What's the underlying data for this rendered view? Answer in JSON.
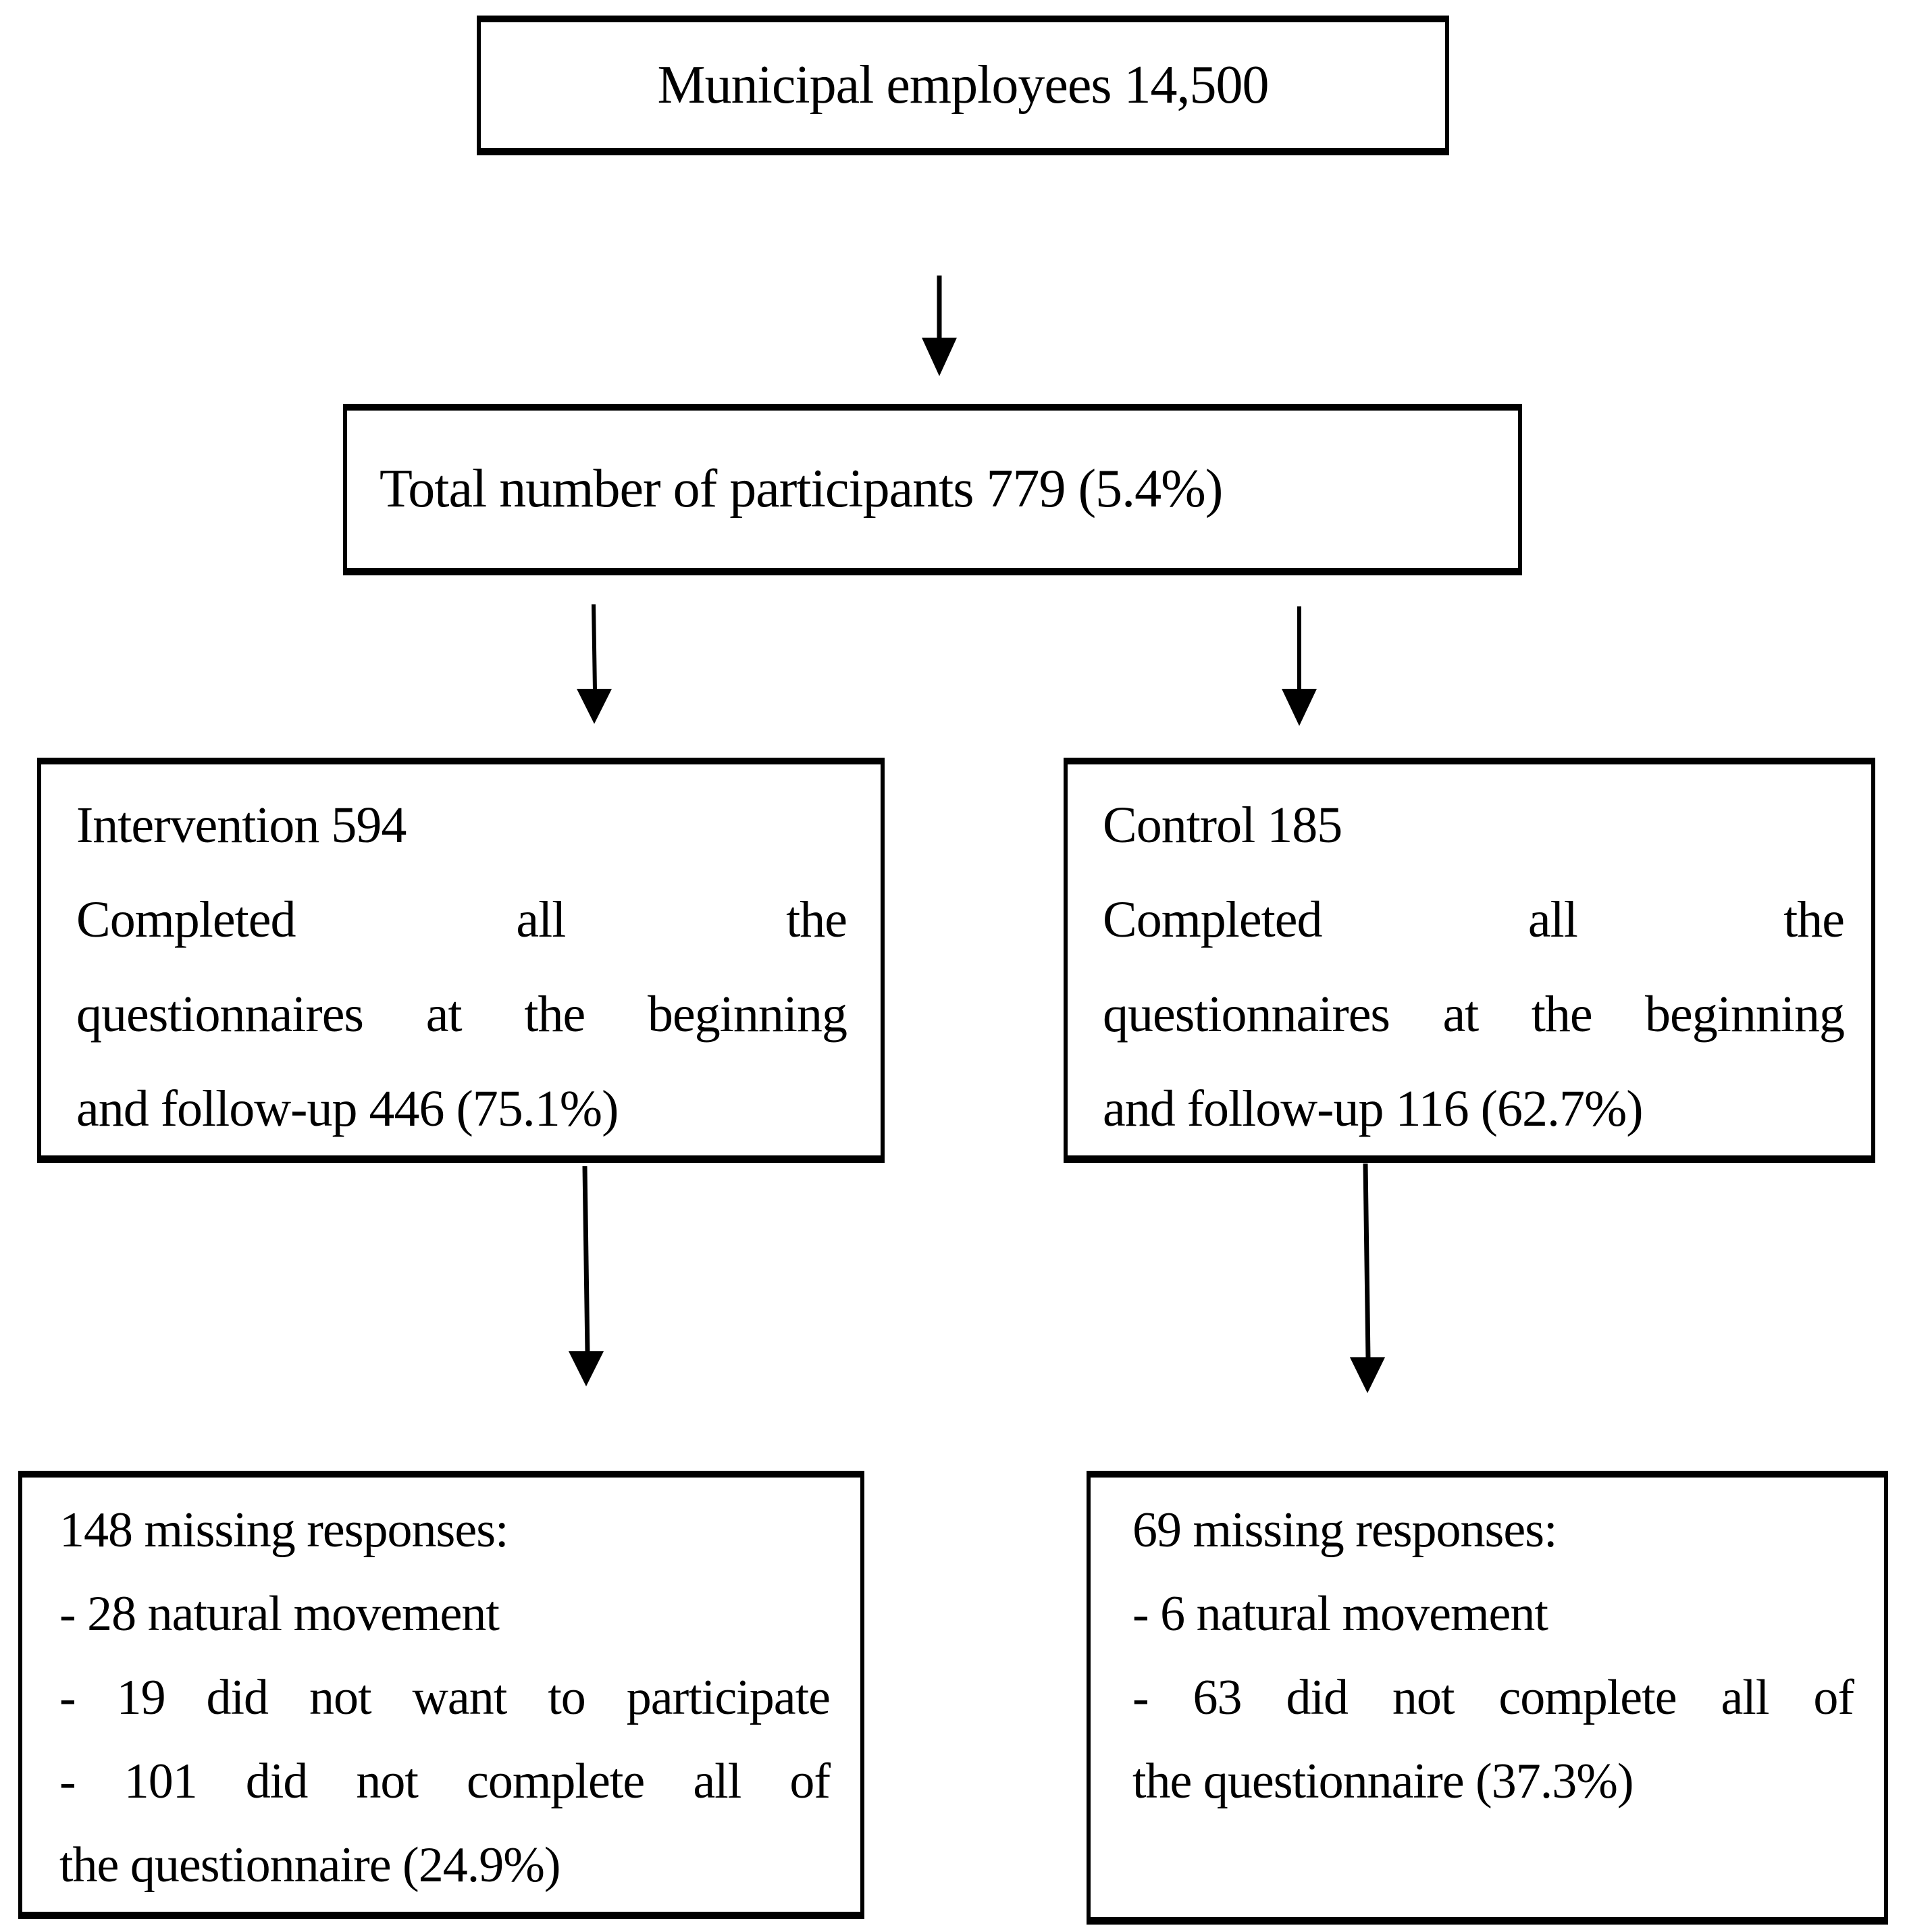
{
  "figure": {
    "type": "study-participant-flow-diagram",
    "background_color": "#ffffff",
    "ink_color": "#000000"
  },
  "boxes": {
    "municipal": {
      "lines": [
        {
          "text": "Municipal employees 14,500",
          "justify": false
        }
      ]
    },
    "participants": {
      "lines": [
        {
          "text": "Total number of participants 779 (5.4%)",
          "justify": false
        }
      ]
    },
    "intervention": {
      "lines": [
        {
          "text": "Intervention 594",
          "justify": false
        },
        {
          "text": "Completed all the",
          "justify": true
        },
        {
          "text": "questionnaires at the beginning",
          "justify": true
        },
        {
          "text": "and follow-up 446 (75.1%)",
          "justify": false
        }
      ]
    },
    "control": {
      "lines": [
        {
          "text": "Control 185",
          "justify": false
        },
        {
          "text": "Completed all the",
          "justify": true
        },
        {
          "text": "questionnaires at the beginning",
          "justify": true
        },
        {
          "text": "and follow-up 116 (62.7%)",
          "justify": false
        }
      ]
    },
    "missing_intervention": {
      "lines": [
        {
          "text": "148 missing responses:",
          "justify": false
        },
        {
          "text": "- 28 natural movement",
          "justify": false
        },
        {
          "text": "- 19 did not want to participate",
          "justify": true
        },
        {
          "text": "- 101 did not complete all of",
          "justify": true
        },
        {
          "text": "the questionnaire (24.9%)",
          "justify": false
        }
      ]
    },
    "missing_control": {
      "lines": [
        {
          "text": "69 missing responses:",
          "justify": false
        },
        {
          "text": "- 6 natural movement",
          "justify": false
        },
        {
          "text": "- 63 did not complete all of",
          "justify": true
        },
        {
          "text": "the questionnaire (37.3%)",
          "justify": false
        }
      ]
    }
  },
  "arrows": [
    {
      "name": "municipal-to-participants",
      "direction": "down"
    },
    {
      "name": "participants-to-intervention",
      "direction": "down"
    },
    {
      "name": "participants-to-control",
      "direction": "down"
    },
    {
      "name": "intervention-to-missing",
      "direction": "down"
    },
    {
      "name": "control-to-missing",
      "direction": "down"
    }
  ]
}
